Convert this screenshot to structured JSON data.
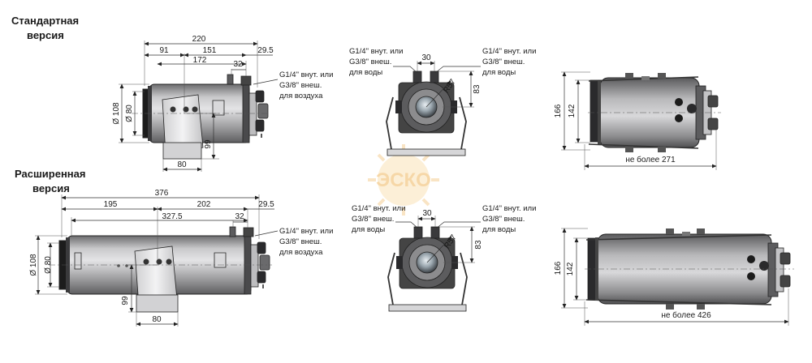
{
  "titles": {
    "standard_line1": "Стандартная",
    "standard_line2": "версия",
    "extended_line1": "Расширенная",
    "extended_line2": "версия"
  },
  "standard": {
    "dim_top": "220",
    "dim_91": "91",
    "dim_151": "151",
    "dim_29_5": "29.5",
    "dim_172": "172",
    "dim_32": "32",
    "dim_d108": "Ø 108",
    "dim_d80": "Ø 80",
    "dim_99": "99",
    "dim_80": "80",
    "air_note": [
      "G1/4\" внут. или",
      "G3/8\" внеш.",
      "для воздуха"
    ],
    "front": {
      "water_left": [
        "G1/4\" внут. или",
        "G3/8\" внеш.",
        "для воды"
      ],
      "water_right": [
        "G1/4\" внут. или",
        "G3/8\" внеш.",
        "для воды"
      ],
      "dim_30": "30",
      "dim_r57": "R57",
      "dim_83": "83"
    },
    "top": {
      "dim_166": "166",
      "dim_142": "142",
      "max_len": "не более 271"
    }
  },
  "extended": {
    "dim_top": "376",
    "dim_195": "195",
    "dim_202": "202",
    "dim_29_5": "29.5",
    "dim_327_5": "327.5",
    "dim_32": "32",
    "dim_d108": "Ø 108",
    "dim_d80": "Ø 80",
    "dim_99": "99",
    "dim_80": "80",
    "air_note": [
      "G1/4\" внут. или",
      "G3/8\" внеш.",
      "для воздуха"
    ],
    "front": {
      "water_left": [
        "G1/4\" внут. или",
        "G3/8\" внеш.",
        "для воды"
      ],
      "water_right": [
        "G1/4\" внут. или",
        "G3/8\" внеш.",
        "для воды"
      ],
      "dim_30": "30",
      "dim_r57": "R57",
      "dim_83": "83"
    },
    "top": {
      "dim_166": "166",
      "dim_142": "142",
      "max_len": "не более 426"
    }
  },
  "watermark": "ЭСКО",
  "colors": {
    "body_dark": "#7e7e80",
    "body_light": "#d4d4d6",
    "cap_dark": "#1c1c1c",
    "watermark": "#f2c27a"
  }
}
